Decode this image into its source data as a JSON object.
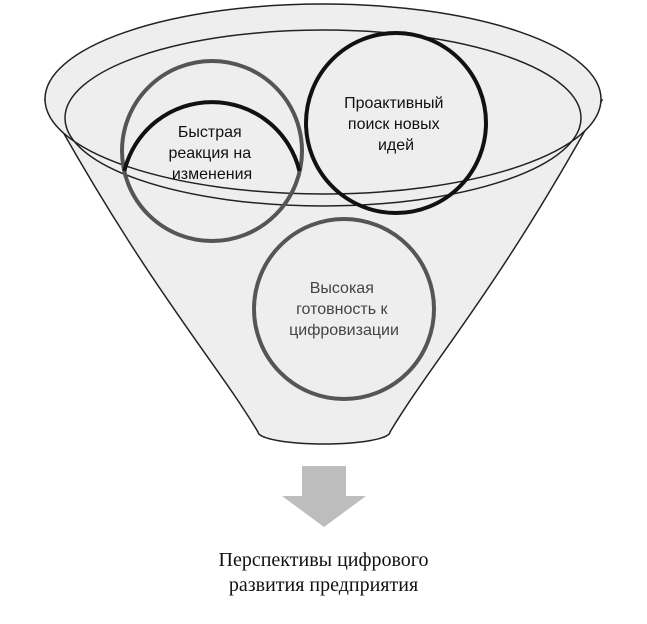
{
  "circles": {
    "fast_reaction": {
      "lines": [
        "Быстрая",
        "реакция на",
        "изменения"
      ]
    },
    "proactive_search": {
      "lines": [
        "Проактивный",
        "поиск новых",
        "идей"
      ]
    },
    "digital_readiness": {
      "lines": [
        "Высокая",
        "готовность к",
        "цифровизации"
      ]
    }
  },
  "caption": {
    "line1": "Перспективы цифрового",
    "line2": "развития предприятия"
  },
  "colors": {
    "funnel_fill": "#eeeeee",
    "funnel_stroke": "#222222",
    "circle_dark": "#111111",
    "circle_gray": "#555555",
    "readiness_text": "#444444",
    "arrow": "#bdbdbd"
  }
}
